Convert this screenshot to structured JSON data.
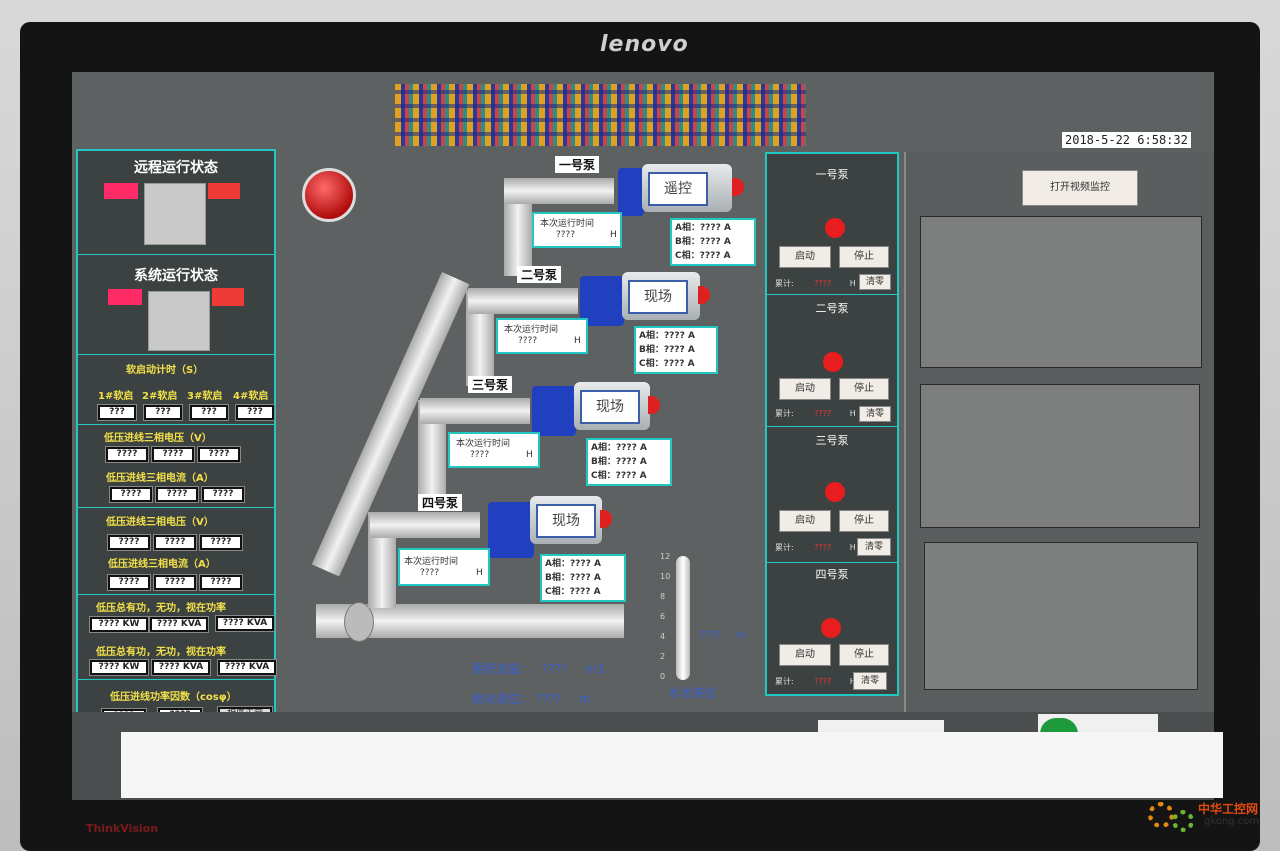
{
  "brand": {
    "top": "lenovo",
    "bottom": "ThinkVision"
  },
  "datetime": {
    "date": "2018-5-22",
    "time": "6:58:32"
  },
  "left": {
    "remote_title": "远程运行状态",
    "system_title": "系统运行状态",
    "softstart_title": "软启动计时（S）",
    "softstart_labels": [
      "1#软启",
      "2#软启",
      "3#软启",
      "4#软启"
    ],
    "softstart_values": [
      "???",
      "???",
      "???",
      "???"
    ],
    "lv_voltage_1": "低压进线三相电压（V）",
    "lv_voltage_1_vals": [
      "????",
      "????",
      "????"
    ],
    "lv_current_1": "低压进线三相电流（A）",
    "lv_current_1_vals": [
      "????",
      "????",
      "????"
    ],
    "lv_voltage_2": "低压进线三相电压（V）",
    "lv_voltage_2_vals": [
      "????",
      "????",
      "????"
    ],
    "lv_current_2": "低压进线三相电流（A）",
    "lv_current_2_vals": [
      "????",
      "????",
      "????"
    ],
    "power_1": "低压总有功，无功，视在功率",
    "power_1_vals": [
      "???? KW",
      "???? KVA",
      "???? KVA"
    ],
    "power_2": "低压总有功，无功，视在功率",
    "power_2_vals": [
      "???? KW",
      "???? KVA",
      "???? KVA"
    ],
    "pf_title": "低压进线功率因数（cosφ）",
    "pf_vals": [
      "????",
      "????",
      "相序正常"
    ]
  },
  "pumps": [
    {
      "name": "一号泵",
      "mode": "遥控",
      "run_label": "本次运行时间",
      "run_val": "????",
      "unit": "H",
      "phases": [
        "A相：???? A",
        "B相：???? A",
        "C相：???? A"
      ]
    },
    {
      "name": "二号泵",
      "mode": "现场",
      "run_label": "本次运行时间",
      "run_val": "????",
      "unit": "H",
      "phases": [
        "A相：???? A",
        "B相：???? A",
        "C相：???? A"
      ]
    },
    {
      "name": "三号泵",
      "mode": "现场",
      "run_label": "本次运行时间",
      "run_val": "????",
      "unit": "H",
      "phases": [
        "A相：???? A",
        "B相：???? A",
        "C相：???? A"
      ]
    },
    {
      "name": "四号泵",
      "mode": "现场",
      "run_label": "本次运行时间",
      "run_val": "????",
      "unit": "H",
      "phases": [
        "A相：???? A",
        "B相：???? A",
        "C相：???? A"
      ]
    }
  ],
  "flow": {
    "label": "累积流量：",
    "val": "????",
    "unit": "m3"
  },
  "level": {
    "label": "绝对液位：",
    "val": "????",
    "unit": "m"
  },
  "tank": {
    "label": "水池液位",
    "val": "????",
    "unit": "m",
    "ticks": [
      "12",
      "10",
      "8",
      "6",
      "4",
      "2",
      "0"
    ],
    "level_fraction": 0
  },
  "control": [
    {
      "title": "一号泵",
      "start": "启动",
      "stop": "停止",
      "accum": "累计:",
      "accum_val": "????",
      "unit": "H",
      "reset": "清零"
    },
    {
      "title": "二号泵",
      "start": "启动",
      "stop": "停止",
      "accum": "累计:",
      "accum_val": "????",
      "unit": "H",
      "reset": "清零"
    },
    {
      "title": "三号泵",
      "start": "启动",
      "stop": "停止",
      "accum": "累计:",
      "accum_val": "????",
      "unit": "H",
      "reset": "清零"
    },
    {
      "title": "四号泵",
      "start": "启动",
      "stop": "停止",
      "accum": "累计:",
      "accum_val": "????",
      "unit": "H",
      "reset": "清零"
    }
  ],
  "video": {
    "button": "打开视频监控"
  },
  "watermark": {
    "site": "中华工控网",
    "domain": "gkong.com"
  }
}
